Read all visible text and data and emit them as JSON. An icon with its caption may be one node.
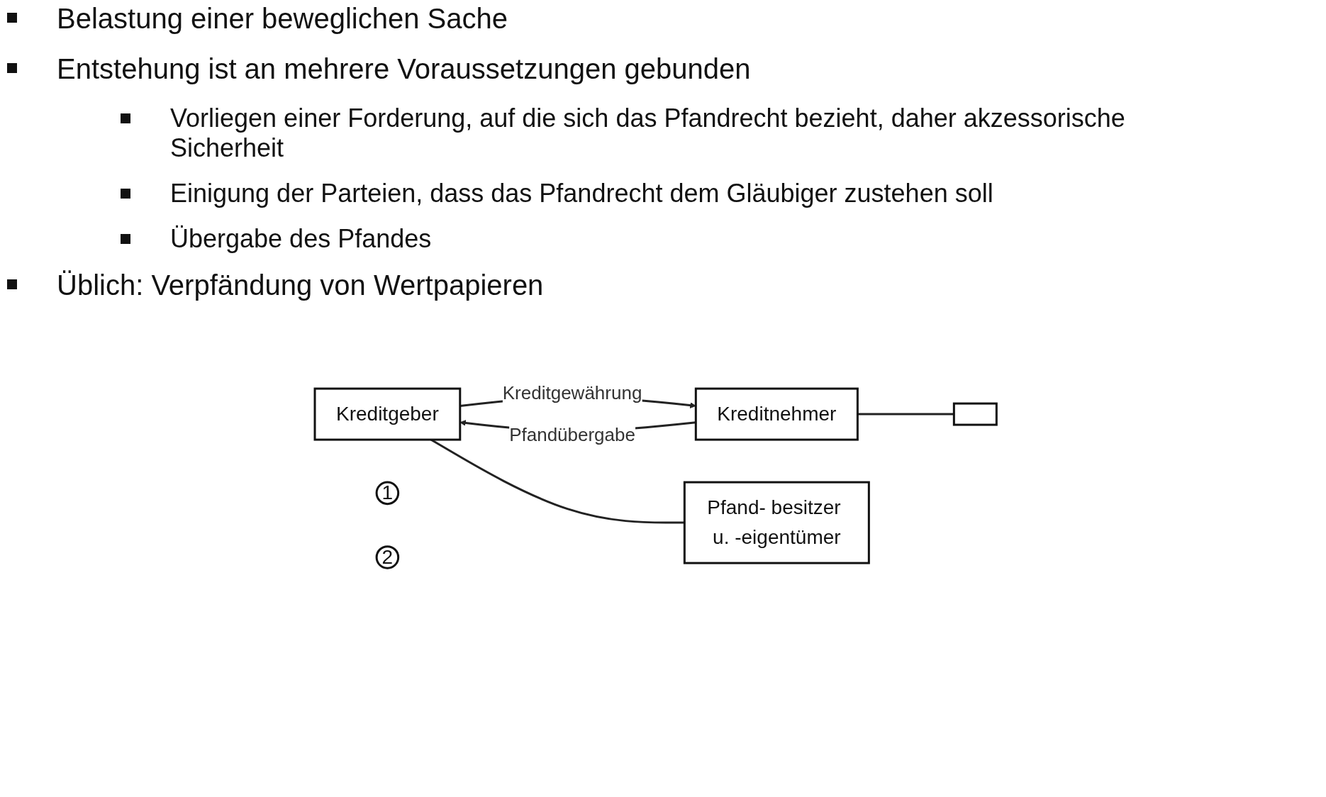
{
  "diagram": {
    "nodes": [
      {
        "text": [
          "Kreditgeber"
        ]
      },
      {
        "text": [
          "Kreditnehmer"
        ]
      },
      {
        "text": [
          "Pfand- besitzer u. -eigentümer"
        ]
      },
      {
        "text": [],
        "shape": "box"
      },
      {
        "text": [
          "1"
        ]
      },
      {
        "text": [
          "2"
        ]
      }
    ],
    "edges": [
      {
        "from": 0,
        "to": 1,
        "arrow": "to",
        "label": "Kreditgewährung"
      },
      {
        "from": 1,
        "to": 0,
        "arrow": "to",
        "label": "Pfandübergabe"
      },
      {
        "from": 0,
        "to": 2,
        "arrow": "none"
      },
      {
        "from": 1,
        "to": 3,
        "arrow": "none"
      }
    ],
    "labels": [
      "Belastung einer beweglichen Sache",
      "Entstehung ist an mehrere Voraussetzungen gebunden",
      "Vorliegen einer Forderung, auf die sich das Pfandrecht bezieht, daher akzessorische Sicherheit",
      "Einigung der Parteien, dass das Pfandrecht dem Gläubiger zustehen soll",
      "Übergabe des Pfandes",
      "Üblich: Verpfändung von Wertpapieren"
    ]
  }
}
